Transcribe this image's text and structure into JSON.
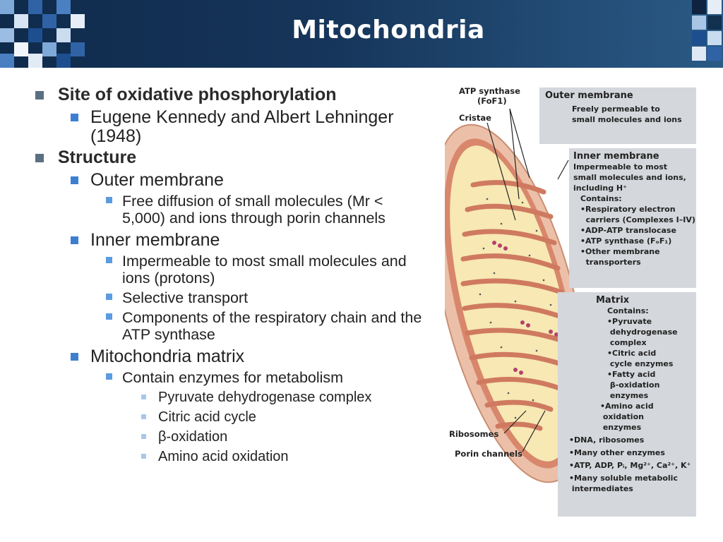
{
  "header": {
    "title": "Mitochondria"
  },
  "content": {
    "items": [
      {
        "level": 1,
        "text": "Site of oxidative phosphorylation"
      },
      {
        "level": 2,
        "text": "Eugene Kennedy and Albert Lehninger (1948)"
      },
      {
        "level": 1,
        "text": "Structure"
      },
      {
        "level": 2,
        "text": "Outer membrane"
      },
      {
        "level": 3,
        "text": "Free diffusion of small molecules (Mr < 5,000) and ions through porin channels"
      },
      {
        "level": 2,
        "text": "Inner membrane"
      },
      {
        "level": 3,
        "text": "Impermeable to most small molecules and ions (protons)"
      },
      {
        "level": 3,
        "text": "Selective transport"
      },
      {
        "level": 3,
        "text": "Components of the respiratory chain and the ATP synthase"
      },
      {
        "level": 2,
        "text": "Mitochondria matrix"
      },
      {
        "level": 3,
        "text": "Contain enzymes for metabolism"
      },
      {
        "level": 4,
        "text": "Pyruvate dehydrogenase complex"
      },
      {
        "level": 4,
        "text": "Citric acid cycle"
      },
      {
        "level": 4,
        "text": "β-oxidation"
      },
      {
        "level": 4,
        "text": "Amino acid oxidation"
      }
    ]
  },
  "figure": {
    "labels": {
      "atp_synthase": "ATP synthase",
      "atp_synthase_sub": "(FoF1)",
      "cristae": "Cristae",
      "ribosomes": "Ribosomes",
      "porin_channels": "Porin channels"
    },
    "outer_box": {
      "title": "Outer membrane",
      "lines": [
        "Freely permeable to",
        "small molecules and ions"
      ]
    },
    "inner_box": {
      "title": "Inner membrane",
      "lines": [
        "Impermeable to most",
        "small molecules and ions,",
        "including H⁺",
        "Contains:",
        "•Respiratory electron",
        "  carriers (Complexes I–IV)",
        "•ADP-ATP translocase",
        "•ATP synthase (FₒF₁)",
        "•Other membrane",
        "  transporters"
      ]
    },
    "matrix_box": {
      "title": "Matrix",
      "lines": [
        "Contains:",
        "•Pyruvate",
        " dehydrogenase",
        " complex",
        "•Citric acid",
        " cycle enzymes",
        "•Fatty acid",
        " β-oxidation",
        " enzymes",
        "•Amino acid",
        " oxidation",
        " enzymes",
        "•DNA, ribosomes",
        "•Many other enzymes",
        "•ATP, ADP, Pᵢ, Mg²⁺, Ca²⁺, K⁺",
        "•Many soluble metabolic",
        " intermediates"
      ]
    }
  }
}
